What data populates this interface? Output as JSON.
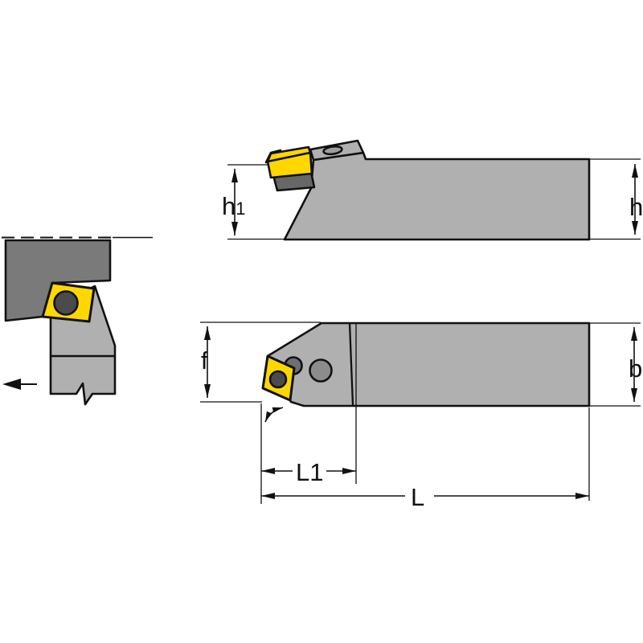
{
  "drawing": {
    "description": "Technical dimension drawing of a lathe turning tool holder with indexable insert, shown in side view, front view and top view",
    "views": {
      "side_view": "side elevation of holder with insert, shim and clamp screw hole",
      "front_view": "front end view of holder head with insert and feed-direction arrow",
      "top_view": "plan view of holder with insert, clamp pin, screw hole and lead-angle arc"
    },
    "dimensions": {
      "h1": {
        "main": "h",
        "sub": "1"
      },
      "h": {
        "text": "h"
      },
      "f": {
        "text": "f"
      },
      "b": {
        "text": "b"
      },
      "L1": {
        "text": "L1"
      },
      "L": {
        "text": "L"
      }
    },
    "colors": {
      "background": "#ffffff",
      "outline": "#111111",
      "body_gray": "#b0b0b0",
      "clamp_gray": "#7a7a7a",
      "shim_gray": "#676767",
      "insert_yellow": "#ffd700",
      "insert_hole_gray": "#4b4b4b",
      "pin_gray": "#6f6f6f",
      "screw_gray": "#8c8c8c",
      "screw_ellipse_gray": "#9e9e9e"
    }
  }
}
